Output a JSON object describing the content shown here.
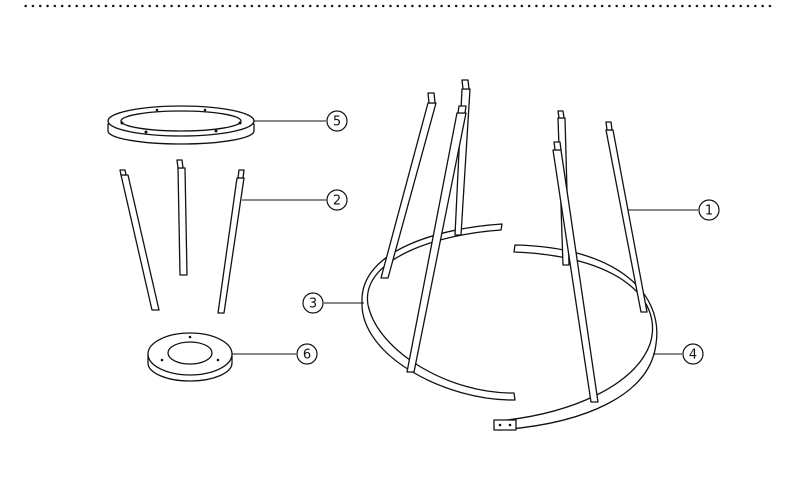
{
  "callouts": {
    "c1": "1",
    "c2": "2",
    "c3": "3",
    "c4": "4",
    "c5": "5",
    "c6": "6"
  },
  "parts": {
    "c1": "rod-right",
    "c2": "rods-left",
    "c3": "hoop-half-left",
    "c4": "hoop-half-right",
    "c5": "top-ring",
    "c6": "base-ring"
  }
}
